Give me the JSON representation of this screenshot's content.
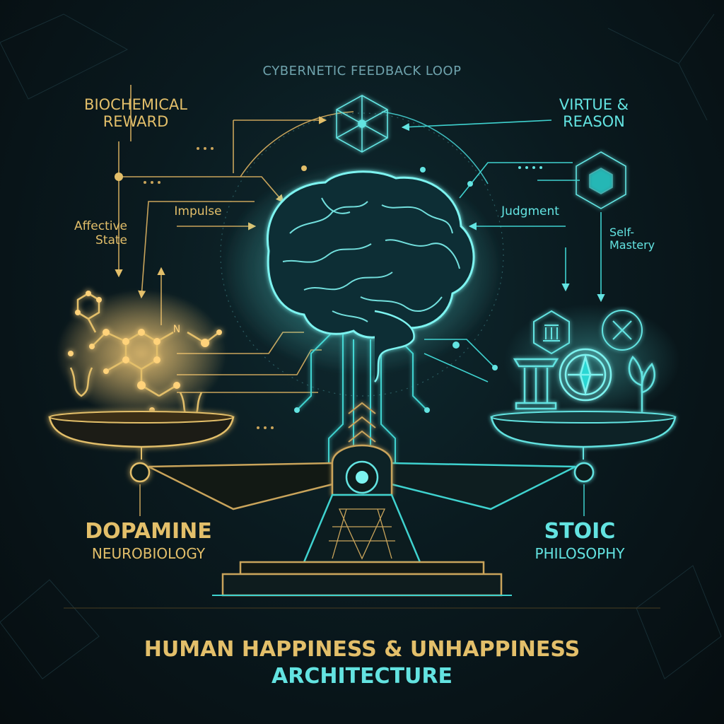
{
  "header": {
    "title": "CYBERNETIC FEEDBACK LOOP"
  },
  "left": {
    "top_label_1": "BIOCHEMICAL",
    "top_label_2": "REWARD",
    "side_label_1": "Affective",
    "side_label_2": "State",
    "arrow_label": "Impulse",
    "title": "DOPAMINE",
    "subtitle": "NEUROBIOLOGY"
  },
  "right": {
    "top_label_1": "VIRTUE &",
    "top_label_2": "REASON",
    "side_label_1": "Self-",
    "side_label_2": "Mastery",
    "arrow_label": "Judgment",
    "title": "STOIC",
    "subtitle": "PHILOSOPHY"
  },
  "footer": {
    "title_1": "HUMAN HAPPINESS & UNHAPPINESS",
    "title_2": "ARCHITECTURE"
  },
  "colors": {
    "gold": "#e3bf6a",
    "teal": "#63e3e1",
    "background": "#0a1a1f"
  },
  "icons": [
    "brain-icon",
    "network-cube-icon",
    "hexagon-node-icon",
    "molecule-icon",
    "pillar-icon",
    "compass-icon",
    "plant-icon",
    "crossed-swords-icon",
    "balance-scale-icon"
  ]
}
